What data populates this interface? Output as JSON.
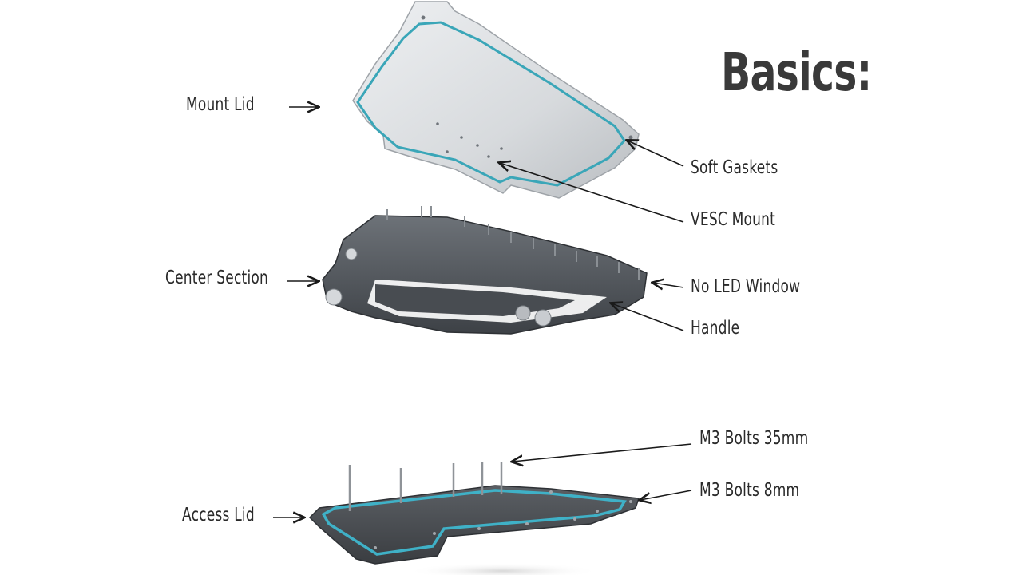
{
  "title": "Basics:",
  "labels": {
    "mount_lid": "Mount Lid",
    "soft_gaskets": "Soft Gaskets",
    "vesc_mount": "VESC Mount",
    "center_section": "Center Section",
    "no_led_window": "No LED Window",
    "handle": "Handle",
    "m3_bolts_35": "M3 Bolts 35mm",
    "m3_bolts_8": "M3 Bolts 8mm",
    "access_lid": "Access Lid"
  },
  "colors": {
    "gasket": "#3aa6b8",
    "lid_metal": "#d9dcdf",
    "body": "#555a60",
    "access_lid": "#4a4e52",
    "text": "#2a2a2a"
  }
}
